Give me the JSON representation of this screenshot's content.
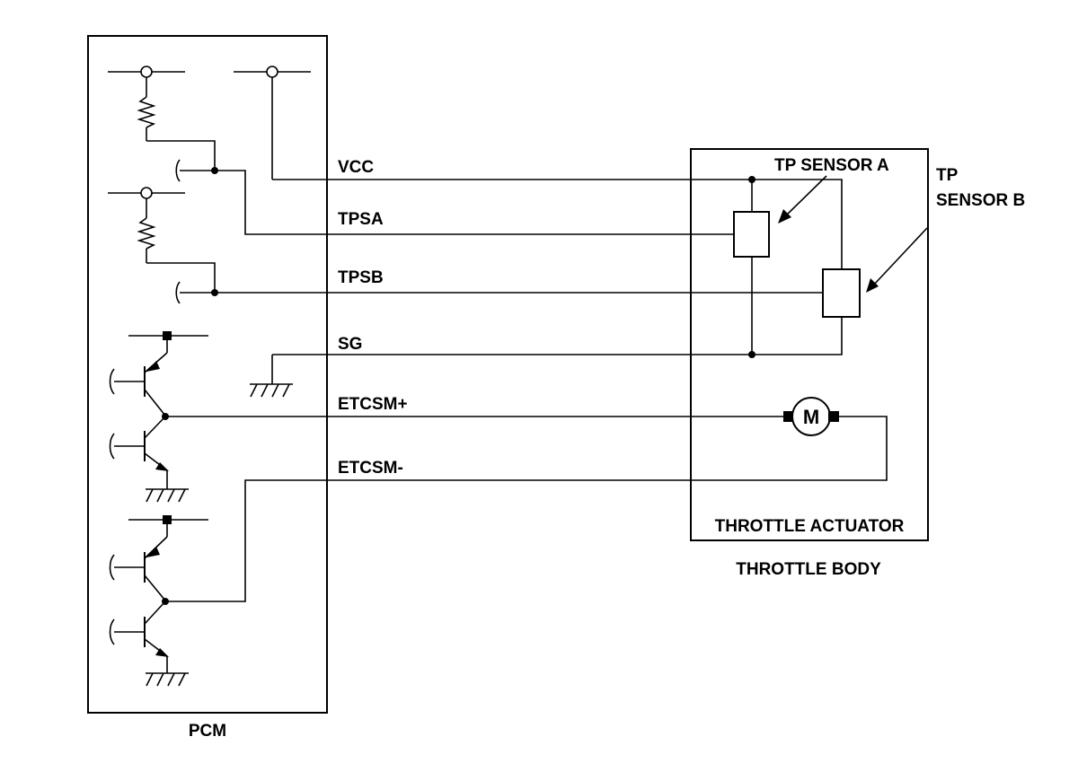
{
  "modules": {
    "pcm": "PCM",
    "throttle_actuator": "THROTTLE ACTUATOR",
    "throttle_body": "THROTTLE BODY"
  },
  "sensors": {
    "tp_sensor_a": "TP SENSOR A",
    "tp_sensor_b_line1": "TP",
    "tp_sensor_b_line2": "SENSOR B"
  },
  "motor": {
    "symbol": "M"
  },
  "wires": {
    "vcc": "VCC",
    "tpsa": "TPSA",
    "tpsb": "TPSB",
    "sg": "SG",
    "etcsm_plus": "ETCSM+",
    "etcsm_minus": "ETCSM-"
  },
  "colors": {
    "ink": "#000000",
    "paper": "#ffffff"
  }
}
